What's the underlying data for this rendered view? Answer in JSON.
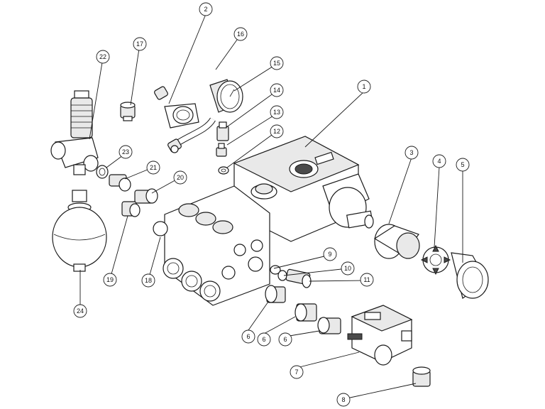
{
  "diagram": {
    "callouts": [
      "1",
      "2",
      "3",
      "4",
      "5",
      "6",
      "6",
      "6",
      "7",
      "8",
      "9",
      "10",
      "11",
      "12",
      "13",
      "14",
      "15",
      "16",
      "17",
      "20",
      "21",
      "22",
      "23",
      "24",
      "18",
      "19"
    ]
  },
  "colors": {
    "line": "#1a1a1a",
    "background": "#ffffff",
    "shade": "#e9e9e9"
  }
}
